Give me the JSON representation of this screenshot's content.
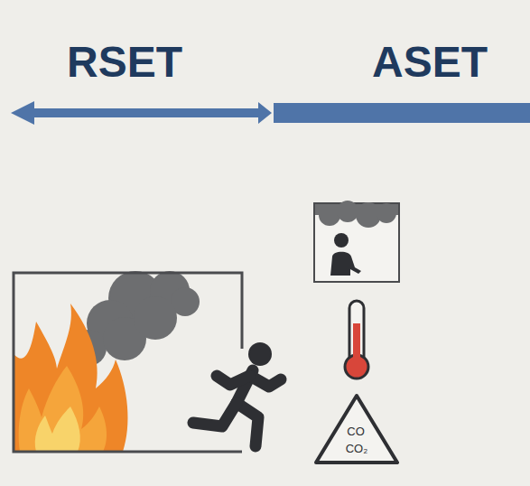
{
  "diagram": {
    "labels": [
      "RSET",
      "ASET",
      "CO",
      "CO₂"
    ]
  }
}
